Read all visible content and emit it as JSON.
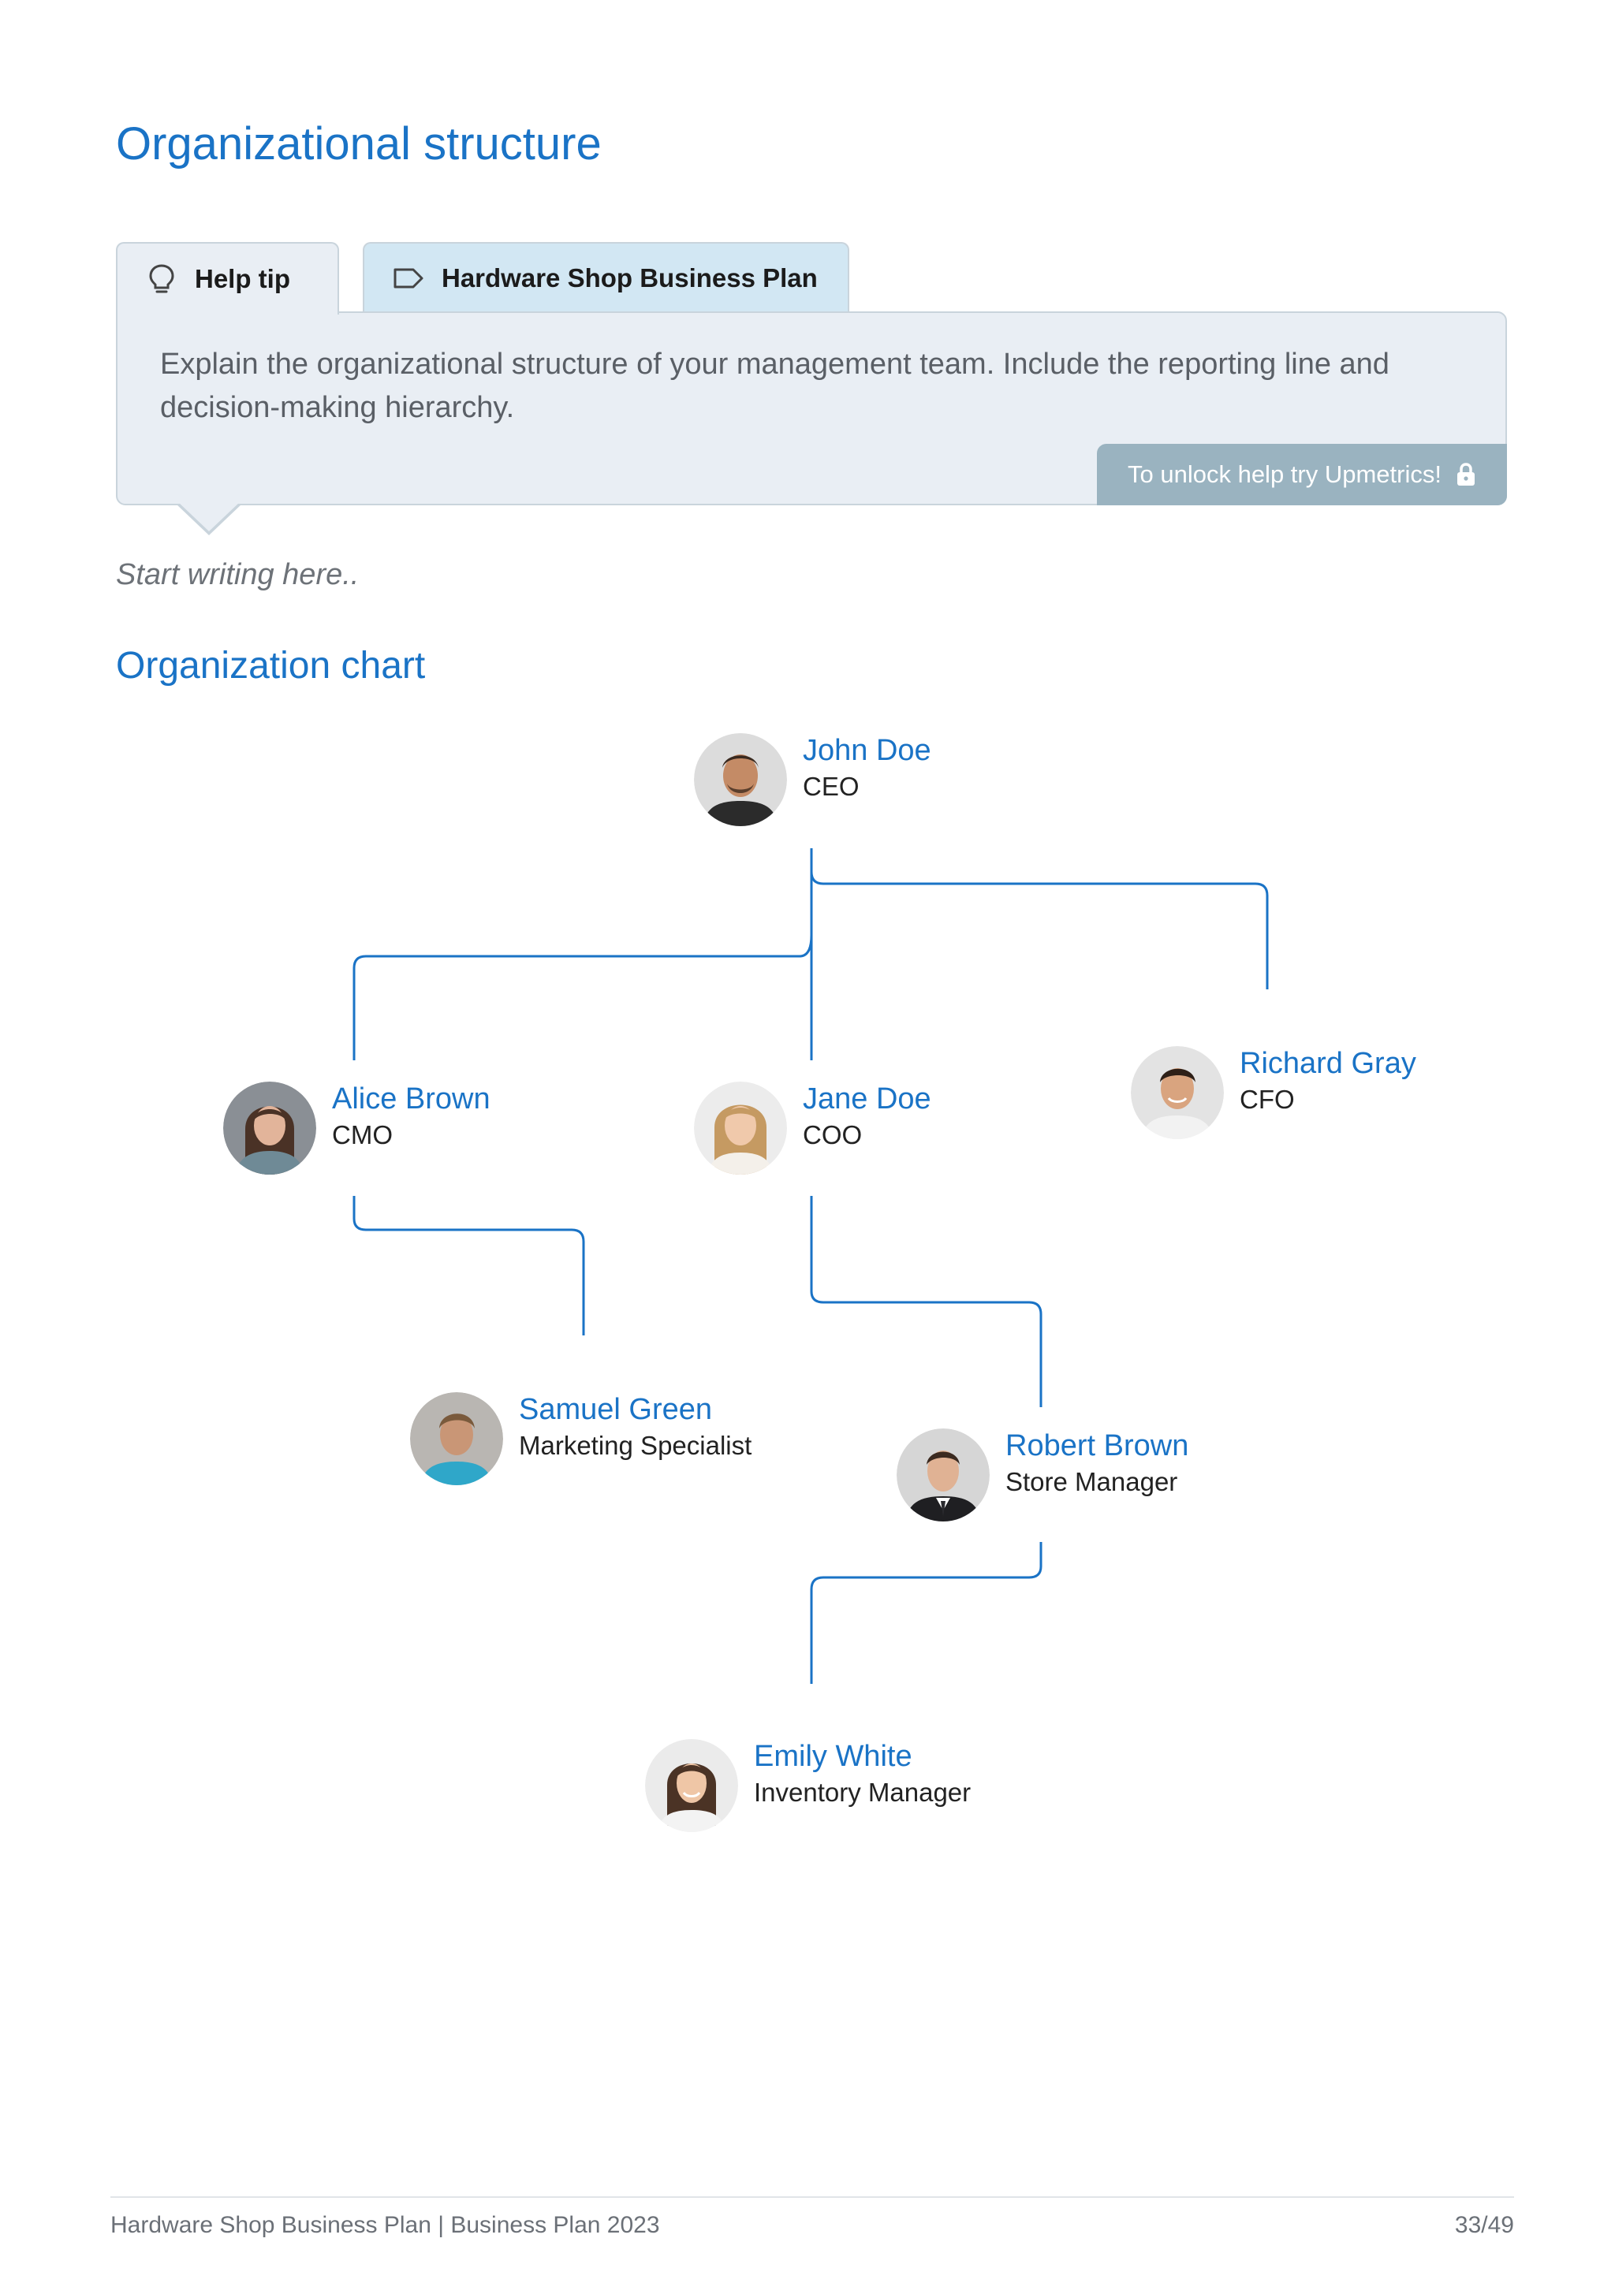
{
  "page": {
    "title": "Organizational structure"
  },
  "help": {
    "tab_help_label": "Help tip",
    "tab_plan_label": "Hardware Shop Business Plan",
    "text": "Explain the organizational structure of your management team. Include the reporting line and decision-making hierarchy.",
    "unlock_label": "To unlock help try Upmetrics!"
  },
  "editor": {
    "placeholder": "Start writing here.."
  },
  "org_chart": {
    "title": "Organization chart",
    "line_color": "#1a73c6",
    "people": {
      "ceo": {
        "name": "John Doe",
        "role": "CEO"
      },
      "cmo": {
        "name": "Alice Brown",
        "role": "CMO"
      },
      "coo": {
        "name": "Jane Doe",
        "role": "COO"
      },
      "cfo": {
        "name": "Richard Gray",
        "role": "CFO"
      },
      "marketing": {
        "name": "Samuel Green",
        "role": "Marketing Specialist"
      },
      "store": {
        "name": "Robert Brown",
        "role": "Store Manager"
      },
      "inventory": {
        "name": "Emily White",
        "role": "Inventory Manager"
      }
    }
  },
  "footer": {
    "left": "Hardware Shop Business Plan | Business Plan 2023",
    "right": "33/49"
  },
  "colors": {
    "accent": "#1a73c6",
    "help_bg": "#e9eef4",
    "plan_tab_bg": "#d2e7f3",
    "unlock_bg": "#9ab3c0"
  }
}
